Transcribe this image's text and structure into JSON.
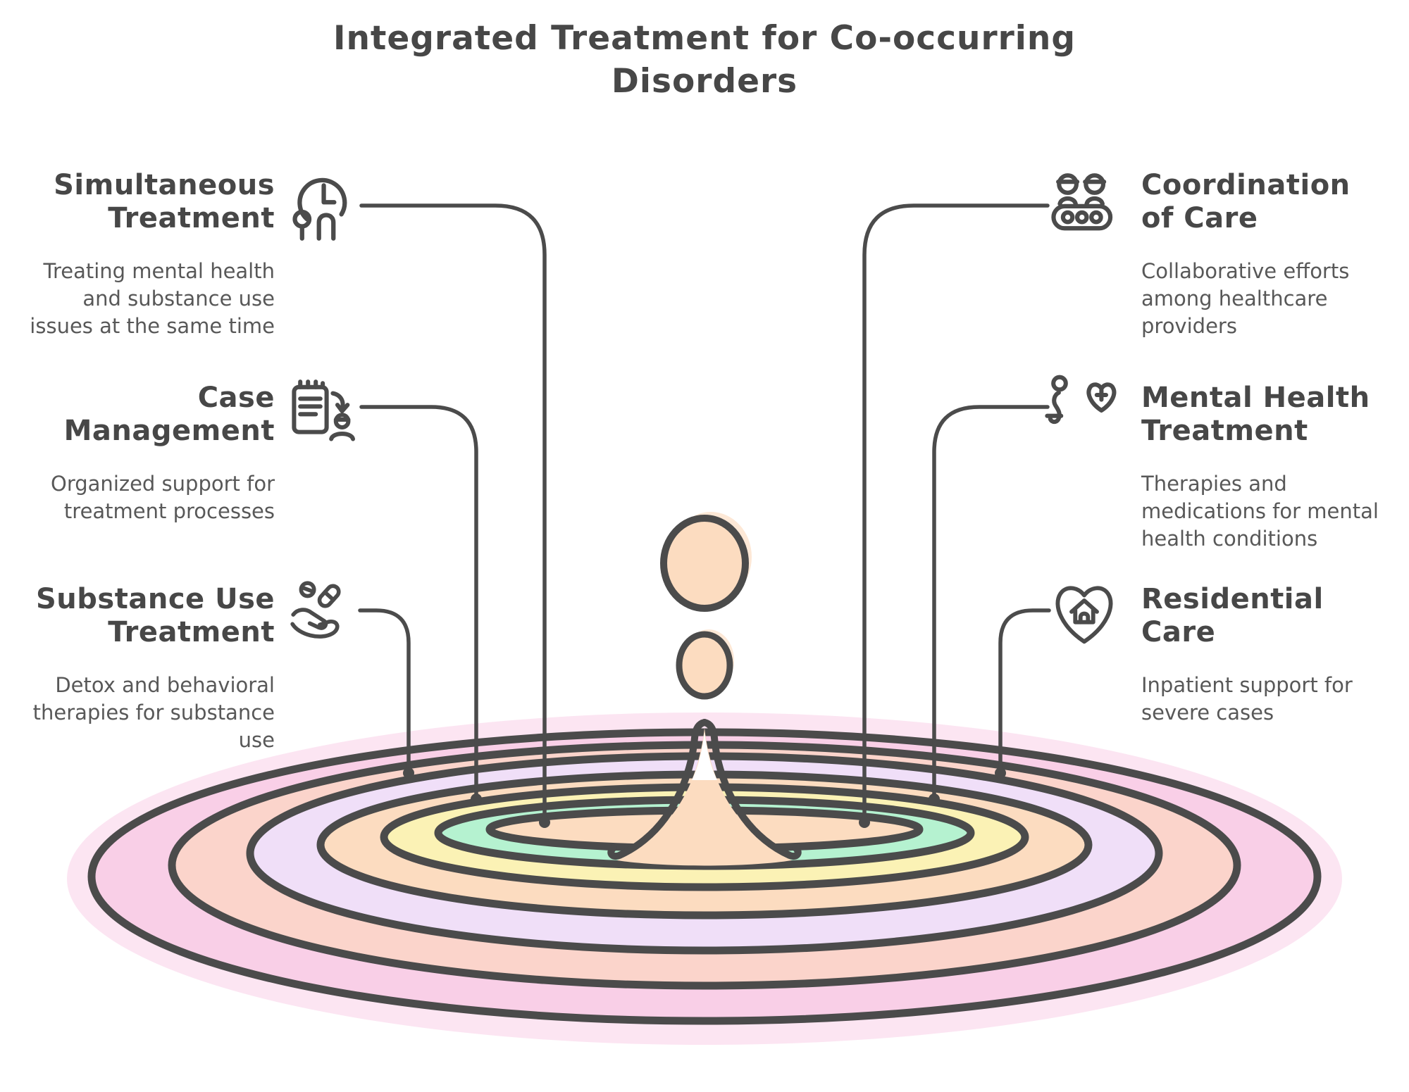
{
  "title": "Integrated Treatment for Co-occurring Disorders",
  "items": {
    "left": [
      {
        "heading": "Simultaneous\nTreatment",
        "description": "Treating mental health and substance use issues at the same time",
        "icon": "clock-pills-icon"
      },
      {
        "heading": "Case\nManagement",
        "description": "Organized support for treatment processes",
        "icon": "clipboard-person-icon"
      },
      {
        "heading": "Substance Use\nTreatment",
        "description": "Detox and behavioral therapies for substance use",
        "icon": "hand-pills-icon"
      }
    ],
    "right": [
      {
        "heading": "Coordination\nof Care",
        "description": "Collaborative efforts among healthcare providers",
        "icon": "people-group-icon"
      },
      {
        "heading": "Mental Health\nTreatment",
        "description": "Therapies and medications for mental health conditions",
        "icon": "person-heart-plus-icon"
      },
      {
        "heading": "Residential\nCare",
        "description": "Inpatient support for severe cases",
        "icon": "heart-house-icon"
      }
    ]
  },
  "colors": {
    "outline": "#4b4b4b",
    "heading_text": "#474747",
    "body_text": "#585858",
    "ripple_pink": "#f9cfe7",
    "ripple_salmon": "#fbd4cb",
    "ripple_lavender": "#f0dff8",
    "ripple_peach": "#fcdcc0",
    "ripple_yellow": "#fbf2b5",
    "ripple_mint": "#b5f2d0",
    "droplet_fill": "#fcdcc0"
  }
}
